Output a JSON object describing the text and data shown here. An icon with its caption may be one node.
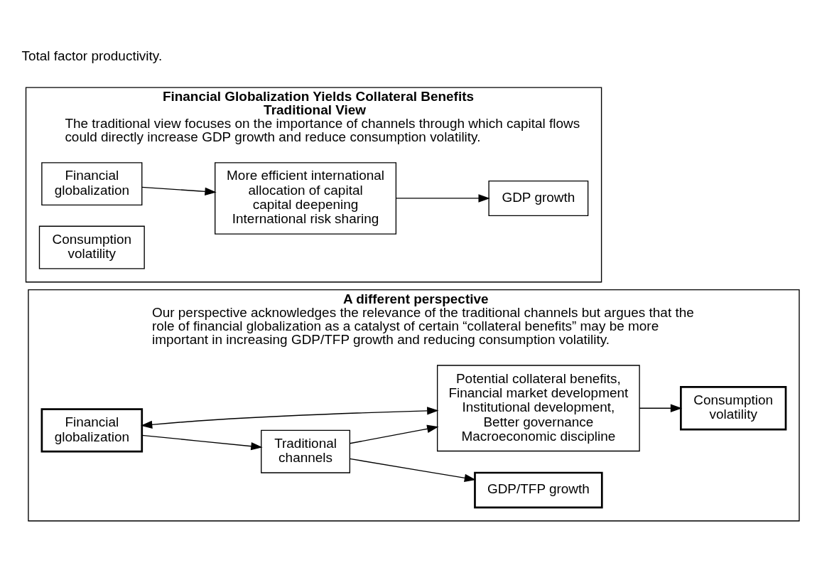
{
  "diagram": {
    "nodes": [
      {
        "text": [
          "Financial Globalization Yields Collateral Benefits Traditional View",
          "The traditional view focuses on the importance of channels through which capital flows could directly increase GDP growth and reduce consumption volatility."
        ]
      },
      {
        "text": [
          "Financial globalization"
        ],
        "in": 0
      },
      {
        "text": [
          "More efficient international allocation of capital capital deepening International risk sharing"
        ],
        "in": 0
      },
      {
        "text": [
          "GDP growth"
        ],
        "in": 0
      },
      {
        "text": [
          "Consumption volatility"
        ],
        "in": 0
      },
      {
        "text": [
          "A different perspective",
          "Our perspective acknowledges the relevance of the traditional channels but argues that the role of financial globalization as a catalyst of certain “collateral benefits” may be more important in increasing GDP/TFP growth and reducing consumption volatility."
        ]
      },
      {
        "text": [
          "Traditional channels"
        ],
        "in": 5
      },
      {
        "text": [
          "Financial globalization"
        ],
        "in": 5
      },
      {
        "text": [
          "Potential collateral benefits, Financial market development Institutional development, Better governance Macroeconomic discipline"
        ],
        "in": 5
      },
      {
        "text": [
          "GDP/TFP growth"
        ],
        "in": 5
      },
      {
        "text": [
          "Consumption volatility"
        ],
        "in": 5
      }
    ],
    "edges": [
      {
        "from": 1,
        "to": 2,
        "arrow": "to"
      },
      {
        "from": 2,
        "to": 3,
        "arrow": "to"
      },
      {
        "from": 7,
        "to": 6,
        "arrow": "to"
      },
      {
        "from": 6,
        "to": 8,
        "arrow": "to"
      },
      {
        "from": 6,
        "to": 9,
        "arrow": "to"
      },
      {
        "from": 7,
        "to": 8,
        "arrow": "both"
      },
      {
        "from": 8,
        "to": 10,
        "arrow": "to"
      }
    ],
    "labels": [
      "Total factor productivity."
    ]
  }
}
